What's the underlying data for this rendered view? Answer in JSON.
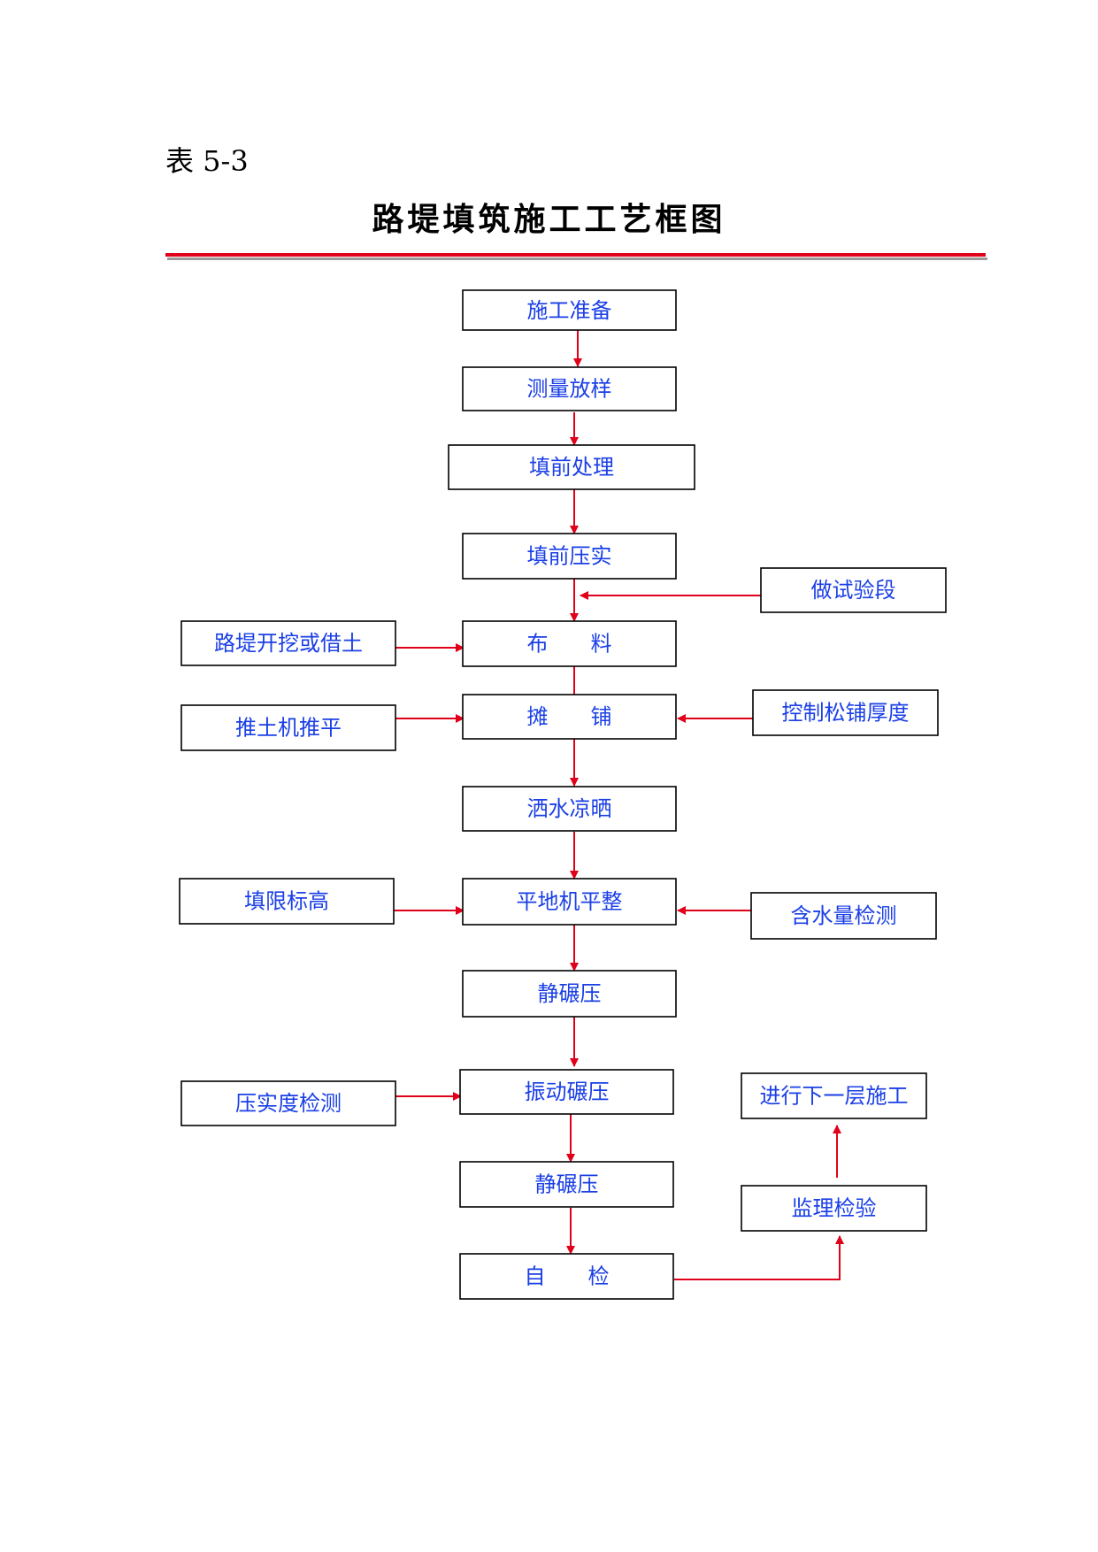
{
  "header": {
    "table_label": "表 5-3",
    "title": "路堤填筑施工工艺框图"
  },
  "colors": {
    "arrow": "#e0001a",
    "box_text": "#1a3fe6",
    "divider": "#e0001a"
  },
  "flowchart": {
    "main_steps": [
      "施工准备",
      "测量放样",
      "填前处理",
      "填前压实",
      "布　　料",
      "摊　　铺",
      "洒水凉晒",
      "平地机平整",
      "静碾压",
      "振动碾压",
      "静碾压",
      "自　　检"
    ],
    "side_inputs": {
      "test_section": "做试验段",
      "borrow_soil": "路堤开挖或借土",
      "bulldozer": "推土机推平",
      "loose_thickness": "控制松铺厚度",
      "fill_elevation": "填限标高",
      "moisture_test": "含水量检测",
      "compaction_test": "压实度检测"
    },
    "final_steps": {
      "supervision": "监理检验",
      "next_layer": "进行下一层施工"
    }
  }
}
